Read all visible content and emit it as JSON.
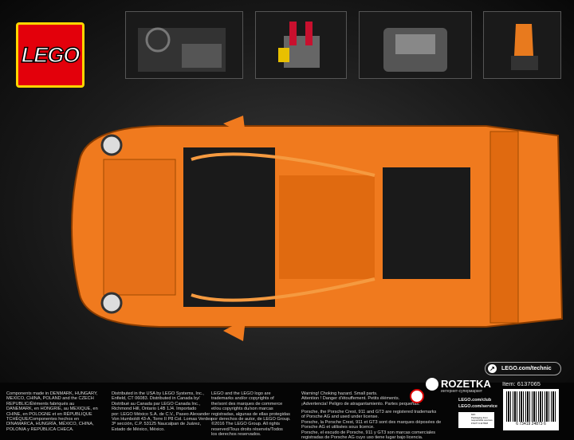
{
  "brand": {
    "logo": "LEGO",
    "color": "#e3000b"
  },
  "thumbnails": [
    {
      "name": "cockpit"
    },
    {
      "name": "gearbox"
    },
    {
      "name": "engine"
    },
    {
      "name": "seat"
    }
  ],
  "product": {
    "color": "#f07a1e"
  },
  "footer": {
    "components": "Components made in DENMARK, HUNGARY,\nMEXICO, CHINA, POLAND and the CZECH\nREPUBLIC/Éléments fabriqués au\nDANEMARK, en HONGRIE, au MEXIQUE, en\nCHINE, en POLOGNE et en RÉPUBLIQUE\nTCHÈQUE/Componentes hechos en\nDINAMARCA, HUNGRÍA, MÉXICO, CHINA,\nPOLONIA y REPÚBLICA CHECA.",
    "distribution": "Distributed in the USA by LEGO Systems, Inc.,\nEnfield, CT 06083. Distributed in Canada by/\nDistribué au Canada par LEGO Canada Inc.,\nRichmond Hill, Ontario L4B 1J4. Importado\npor: LEGO México S.A. de C.V., Paseo Alexander\nVon Humboldt 43-A, Torre II P8 Col. Lomas Verdes\n3ª sección, C.P. 53125 Naucalpan de Juárez,\nEstado de México, México.",
    "trademark": "LEGO and the LEGO logo are\ntrademarks and/or copyrights of\nthe/sont des marques de commerce\net/ou copyrights du/son marcas\nregistradas, algunas de ellas protegidas\npor derechos de autor, de LEGO Group.\n©2016 The LEGO Group. All rights\nreserved/Tous droits réservés/Todos\nlos derechos reservados.",
    "warning": "Warning! Choking hazard. Small parts.\nAttention ! Danger d'étouffement. Petits éléments.\n¡Advertencia! Peligro de atragantamiento. Partes pequeñas.",
    "porsche": "Porsche, the Porsche Crest, 911 and GT3 are registered trademarks\nof Porsche AG and used under license.\nPorsche, la Porsche Crest, 911 et GT3 sont des marques déposées de\nPorsche AG et utilisées sous licence.\nPorsche, el escudo de Porsche, 911 y GT3 son marcas comerciales\nregistradas de Porsche AG cuyo uso tiene lugar bajo licencia.",
    "url_technic": "LEGO.com/technic",
    "retailer": "ROZETKA",
    "retailer_sub": "интернет-супермаркет",
    "url_club": "LEGO.com/club",
    "url_service": "LEGO.com/service",
    "item": "Item: 6137065",
    "barcode": "6 73419 24873 6",
    "fsc": "MIX\nPackaging from\nresponsible sources\nFSC® C117818"
  }
}
